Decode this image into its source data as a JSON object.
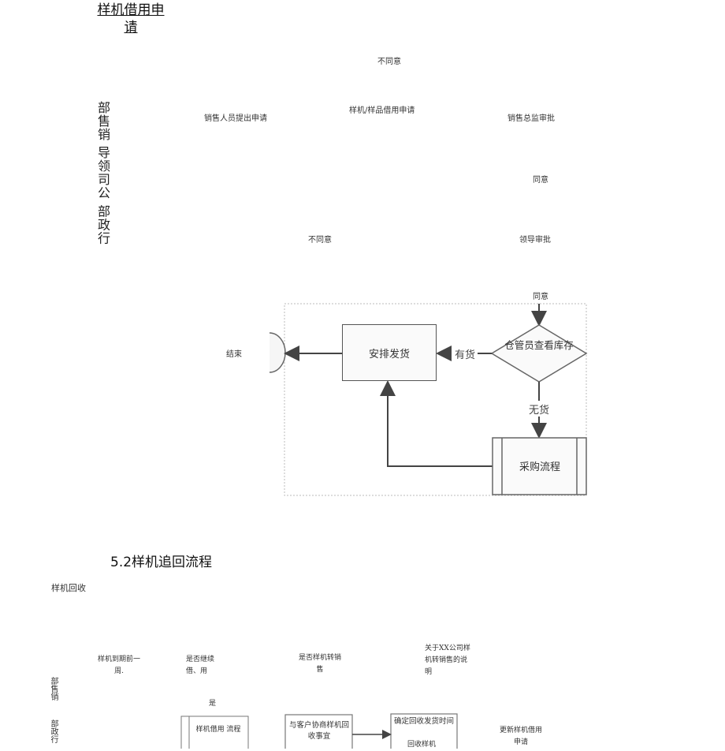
{
  "title": "样机借用申请",
  "lanes_top": "部售销  导领司公  部政行",
  "top_labels": {
    "reject1": "不同意",
    "apply": "样机/样品借用申请",
    "sales_person": "销售人员提出申请",
    "sales_director": "销售总监审批",
    "agree1": "同意",
    "reject2": "不同意",
    "leader": "领导审批",
    "agree2": "同意",
    "end": "结束"
  },
  "flow": {
    "ship": "安排发货",
    "has_stock": "有货",
    "check_stock": "仓管员查看库存",
    "no_stock": "无货",
    "purchase": "采购流程"
  },
  "section2": {
    "heading": "5.2样机追回流程",
    "lane_label": "样机回收",
    "lane_sales": "部售销",
    "lane_admin": "部政行",
    "before_due": "样机到期前一周.",
    "continue_q": "是否继续借、用",
    "to_sale_q": "是否样机转销售",
    "doc": "关于XX公司样机转销售的说明",
    "yes": "是",
    "borrow_flow": "样机借用 流程",
    "negotiate": "与客户协商样机回收事宜",
    "confirm": "确定回收发货时间",
    "recover": "回收样机",
    "update": "更新样机借用申请"
  }
}
